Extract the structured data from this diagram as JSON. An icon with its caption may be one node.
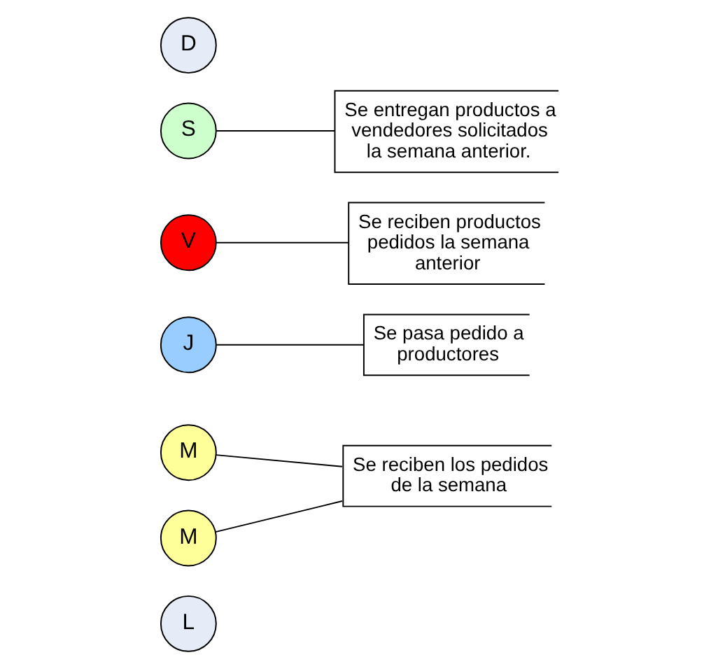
{
  "diagram": {
    "nodes": [
      {
        "text": [
          "L"
        ]
      },
      {
        "text": [
          "M"
        ]
      },
      {
        "text": [
          "M"
        ]
      },
      {
        "text": [
          "J"
        ]
      },
      {
        "text": [
          "V"
        ]
      },
      {
        "text": [
          "S"
        ]
      },
      {
        "text": [
          "D"
        ]
      },
      {
        "text": [
          "Se reciben los pedidos de la semana"
        ]
      },
      {
        "text": [
          "Se pasa pedido a productores"
        ]
      },
      {
        "text": [
          "Se reciben productos pedidos la semana anterior"
        ]
      },
      {
        "text": [
          "Se entregan productos a vendedores solicitados la semana anterior."
        ]
      }
    ],
    "edges": [
      {
        "from": 7,
        "to": 1,
        "arrow": "none"
      },
      {
        "from": 7,
        "to": 2,
        "arrow": "none"
      },
      {
        "from": 8,
        "to": 3,
        "arrow": "none"
      },
      {
        "from": 9,
        "to": 4,
        "arrow": "none"
      },
      {
        "from": 10,
        "to": 5,
        "arrow": "none"
      }
    ]
  }
}
